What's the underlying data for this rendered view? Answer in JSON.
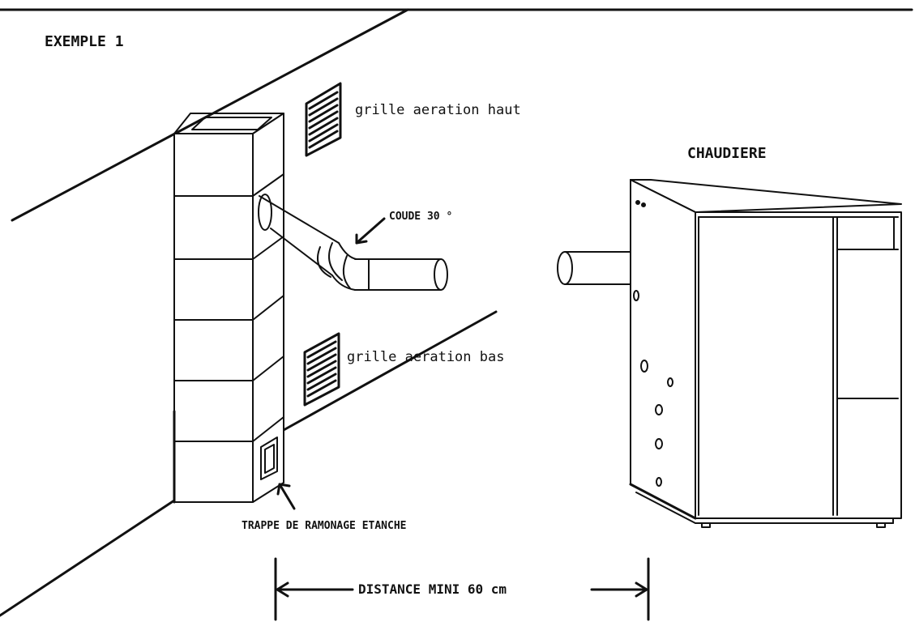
{
  "title": "EXEMPLE 1",
  "labels": {
    "grille_haut": "grille aeration haut",
    "grille_bas": "grille aeration bas",
    "coude": "COUDE 30 °",
    "chaudiere": "CHAUDIERE",
    "trappe": "TRAPPE DE RAMONAGE ETANCHE",
    "distance": "DISTANCE MINI 60 cm"
  },
  "colors": {
    "ink": "#111111",
    "background": "#ffffff"
  }
}
